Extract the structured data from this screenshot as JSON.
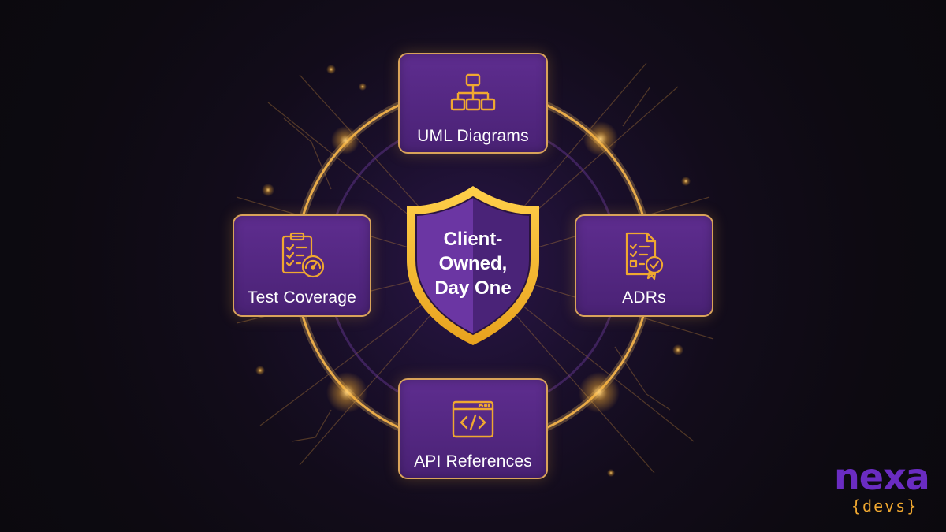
{
  "center": {
    "line1": "Client-",
    "line2": "Owned,",
    "line3": "Day One"
  },
  "cards": {
    "uml": {
      "label": "UML Diagrams",
      "icon": "hierarchy-diagram-icon"
    },
    "test": {
      "label": "Test Coverage",
      "icon": "checklist-gauge-icon"
    },
    "adr": {
      "label": "ADRs",
      "icon": "document-badge-icon"
    },
    "api": {
      "label": "API References",
      "icon": "code-window-icon"
    }
  },
  "logo": {
    "main": "nexa",
    "sub": "{devs}"
  },
  "colors": {
    "accent_gold": "#f0a830",
    "card_purple": "#5e2d8f",
    "brand_purple": "#6a2cc2",
    "background": "#0f0b14"
  }
}
